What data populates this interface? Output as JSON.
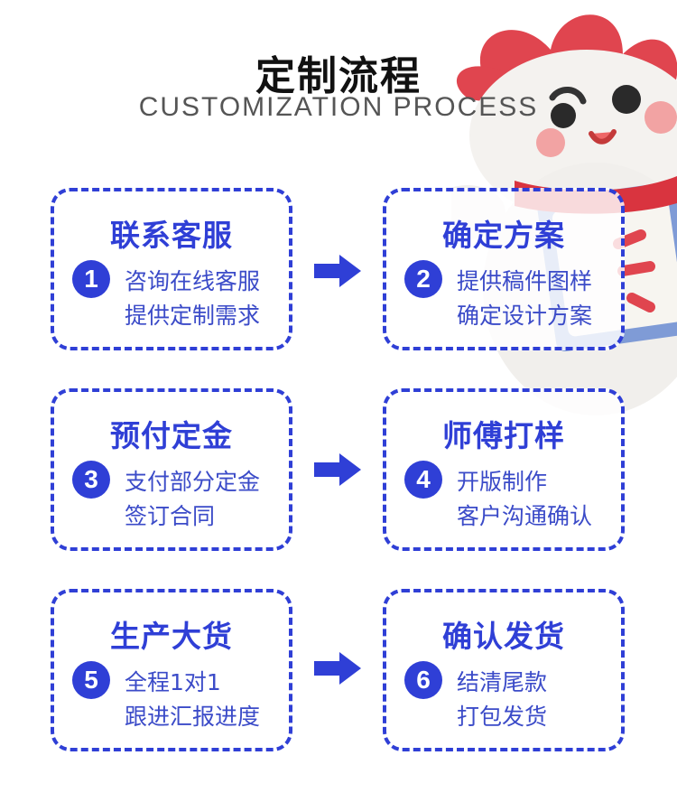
{
  "header": {
    "title": "定制流程",
    "subtitle": "CUSTOMIZATION PROCESS"
  },
  "steps": [
    {
      "number": "1",
      "title": "联系客服",
      "lines": [
        "咨询在线客服",
        "提供定制需求"
      ]
    },
    {
      "number": "2",
      "title": "确定方案",
      "lines": [
        "提供稿件图样",
        "确定设计方案"
      ]
    },
    {
      "number": "3",
      "title": "预付定金",
      "lines": [
        "支付部分定金",
        "签订合同"
      ]
    },
    {
      "number": "4",
      "title": "师傅打样",
      "lines": [
        "开版制作",
        "客户沟通确认"
      ]
    },
    {
      "number": "5",
      "title": "生产大货",
      "lines": [
        "全程1对1",
        "跟进汇报进度"
      ]
    },
    {
      "number": "6",
      "title": "确认发货",
      "lines": [
        "结清尾款",
        "打包发货"
      ]
    }
  ],
  "icons": {
    "arrow": "arrow-right-icon",
    "mascot": "mascot-illustration"
  },
  "colors": {
    "accent": "#2f3fd6",
    "title": "#111111",
    "subtitle": "#555555",
    "mascot_red": "#e0454f"
  }
}
